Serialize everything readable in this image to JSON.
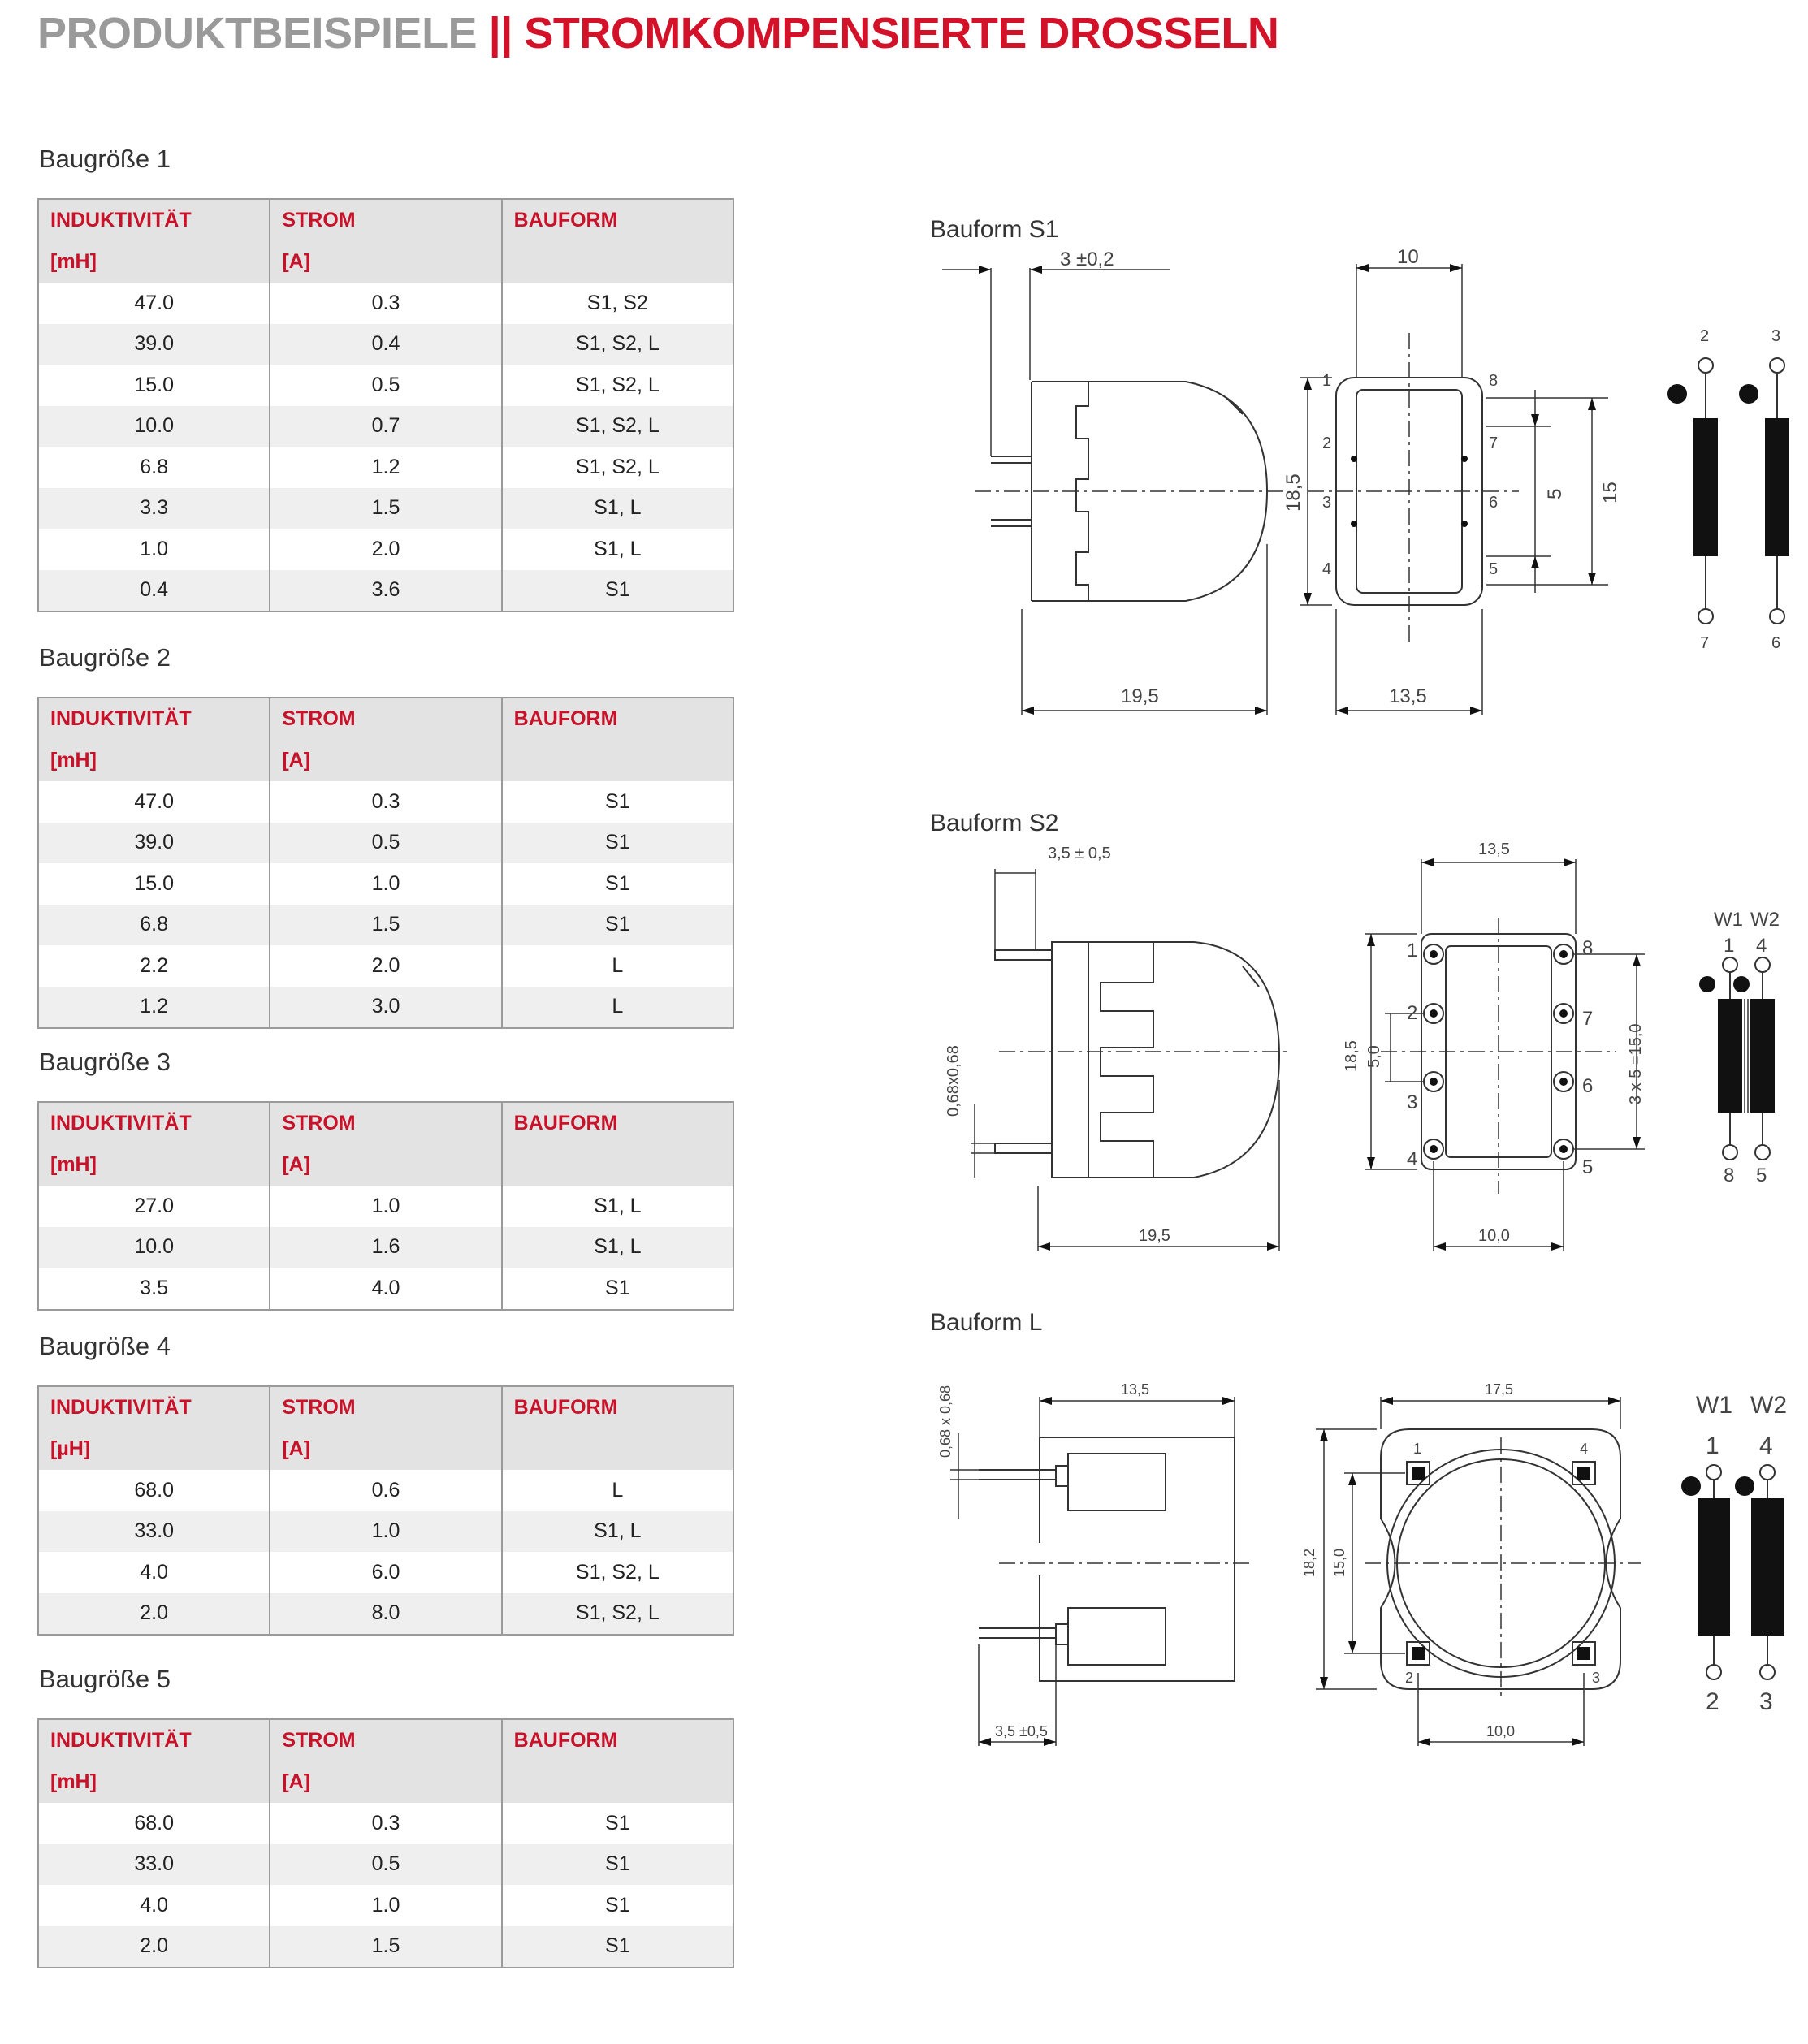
{
  "header": {
    "title_grey": "PRODUKTBEISPIELE",
    "separator": " || ",
    "title_red": "STROMKOMPENSIERTE DROSSELN"
  },
  "sections": [
    {
      "label": "Baugröße 1",
      "headers": [
        {
          "main": "INDUKTIVITÄT",
          "unit": "[mH]"
        },
        {
          "main": "STROM",
          "unit": "[A]"
        },
        {
          "main": "BAUFORM",
          "unit": ""
        }
      ],
      "rows": [
        [
          "47.0",
          "0.3",
          "S1, S2"
        ],
        [
          "39.0",
          "0.4",
          "S1, S2, L"
        ],
        [
          "15.0",
          "0.5",
          "S1, S2, L"
        ],
        [
          "10.0",
          "0.7",
          "S1, S2, L"
        ],
        [
          "6.8",
          "1.2",
          "S1, S2, L"
        ],
        [
          "3.3",
          "1.5",
          "S1, L"
        ],
        [
          "1.0",
          "2.0",
          "S1, L"
        ],
        [
          "0.4",
          "3.6",
          "S1"
        ]
      ]
    },
    {
      "label": "Baugröße 2",
      "headers": [
        {
          "main": "INDUKTIVITÄT",
          "unit": "[mH]"
        },
        {
          "main": "STROM",
          "unit": "[A]"
        },
        {
          "main": "BAUFORM",
          "unit": ""
        }
      ],
      "rows": [
        [
          "47.0",
          "0.3",
          "S1"
        ],
        [
          "39.0",
          "0.5",
          "S1"
        ],
        [
          "15.0",
          "1.0",
          "S1"
        ],
        [
          "6.8",
          "1.5",
          "S1"
        ],
        [
          "2.2",
          "2.0",
          "L"
        ],
        [
          "1.2",
          "3.0",
          "L"
        ]
      ]
    },
    {
      "label": "Baugröße 3",
      "headers": [
        {
          "main": "INDUKTIVITÄT",
          "unit": "[mH]"
        },
        {
          "main": "STROM",
          "unit": "[A]"
        },
        {
          "main": "BAUFORM",
          "unit": ""
        }
      ],
      "rows": [
        [
          "27.0",
          "1.0",
          "S1, L"
        ],
        [
          "10.0",
          "1.6",
          "S1, L"
        ],
        [
          "3.5",
          "4.0",
          "S1"
        ]
      ]
    },
    {
      "label": "Baugröße 4",
      "headers": [
        {
          "main": "INDUKTIVITÄT",
          "unit": "[µH]"
        },
        {
          "main": "STROM",
          "unit": "[A]"
        },
        {
          "main": "BAUFORM",
          "unit": ""
        }
      ],
      "rows": [
        [
          "68.0",
          "0.6",
          "L"
        ],
        [
          "33.0",
          "1.0",
          "S1, L"
        ],
        [
          "4.0",
          "6.0",
          "S1, S2, L"
        ],
        [
          "2.0",
          "8.0",
          "S1, S2, L"
        ]
      ]
    },
    {
      "label": "Baugröße 5",
      "headers": [
        {
          "main": "INDUKTIVITÄT",
          "unit": "[mH]"
        },
        {
          "main": "STROM",
          "unit": "[A]"
        },
        {
          "main": "BAUFORM",
          "unit": ""
        }
      ],
      "rows": [
        [
          "68.0",
          "0.3",
          "S1"
        ],
        [
          "33.0",
          "0.5",
          "S1"
        ],
        [
          "4.0",
          "1.0",
          "S1"
        ],
        [
          "2.0",
          "1.5",
          "S1"
        ]
      ]
    }
  ],
  "diagrams": {
    "s1": {
      "label": "Bauform S1",
      "dims": {
        "pin_offset": "3 ±0,2",
        "width_top": "10",
        "height": "18,5",
        "pitch": "5",
        "height_inner": "15",
        "depth": "19,5",
        "width_bottom": "13,5"
      },
      "pins": [
        "1",
        "2",
        "3",
        "4",
        "5",
        "6",
        "7",
        "8"
      ],
      "schematic": {
        "top": [
          "2",
          "3"
        ],
        "bottom": [
          "7",
          "6"
        ]
      }
    },
    "s2": {
      "label": "Bauform S2",
      "dims": {
        "pin_offset": "3,5 ± 0,5",
        "width_top": "13,5",
        "pin_size": "0,68x0,68",
        "height": "18,5",
        "pitch": "5,0",
        "pitch_total": "3 x 5 =15,0",
        "depth": "19,5",
        "width_bottom": "10,0"
      },
      "pins": [
        "1",
        "2",
        "3",
        "4",
        "5",
        "6",
        "7",
        "8"
      ],
      "schematic": {
        "windings": [
          "W1",
          "W2"
        ],
        "top": [
          "1",
          "4"
        ],
        "bottom": [
          "8",
          "5"
        ]
      }
    },
    "l": {
      "label": "Bauform L",
      "dims": {
        "pin_size": "0,68 x 0,68",
        "depth": "13,5",
        "pin_offset": "3,5 ±0,5",
        "width_top": "17,5",
        "height": "18,2",
        "height_inner": "15,0",
        "width_bottom": "10,0"
      },
      "pins": [
        "1",
        "2",
        "3",
        "4"
      ],
      "schematic": {
        "windings": [
          "W1",
          "W2"
        ],
        "top": [
          "1",
          "4"
        ],
        "bottom": [
          "2",
          "3"
        ]
      }
    }
  }
}
